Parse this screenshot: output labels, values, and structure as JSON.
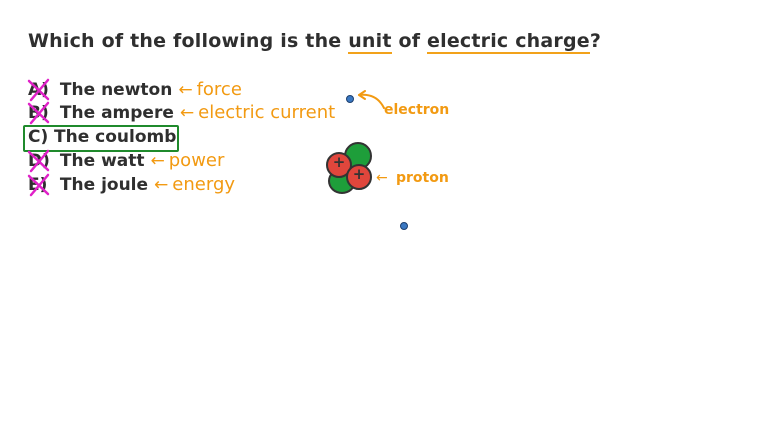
{
  "question": {
    "prefix": "Which of the following is the ",
    "underlined_1": "unit",
    "middle": " of ",
    "underlined_2": "electric charge",
    "suffix": "?"
  },
  "options": [
    {
      "letter": "A)",
      "text": "The newton",
      "note": "force",
      "crossed": true
    },
    {
      "letter": "B)",
      "text": "The ampere",
      "note": "electric current",
      "crossed": true
    },
    {
      "letter": "C)",
      "text": "The coulomb",
      "note": "",
      "crossed": false,
      "selected": true
    },
    {
      "letter": "D)",
      "text": "The watt",
      "note": "power",
      "crossed": true
    },
    {
      "letter": "E)",
      "text": "The joule",
      "note": "energy",
      "crossed": true
    }
  ],
  "diagram": {
    "electron_label": "electron",
    "proton_label": "proton",
    "proton_symbol": "+",
    "arrow_glyph": "←"
  },
  "colors": {
    "text": "#2f2f2f",
    "annotation": "#f29a12",
    "cross": "#e020c8",
    "answer_box": "#1f8a2c",
    "proton": "#e0463c",
    "neutron": "#1e9e3a",
    "electron": "#3a78c2"
  }
}
